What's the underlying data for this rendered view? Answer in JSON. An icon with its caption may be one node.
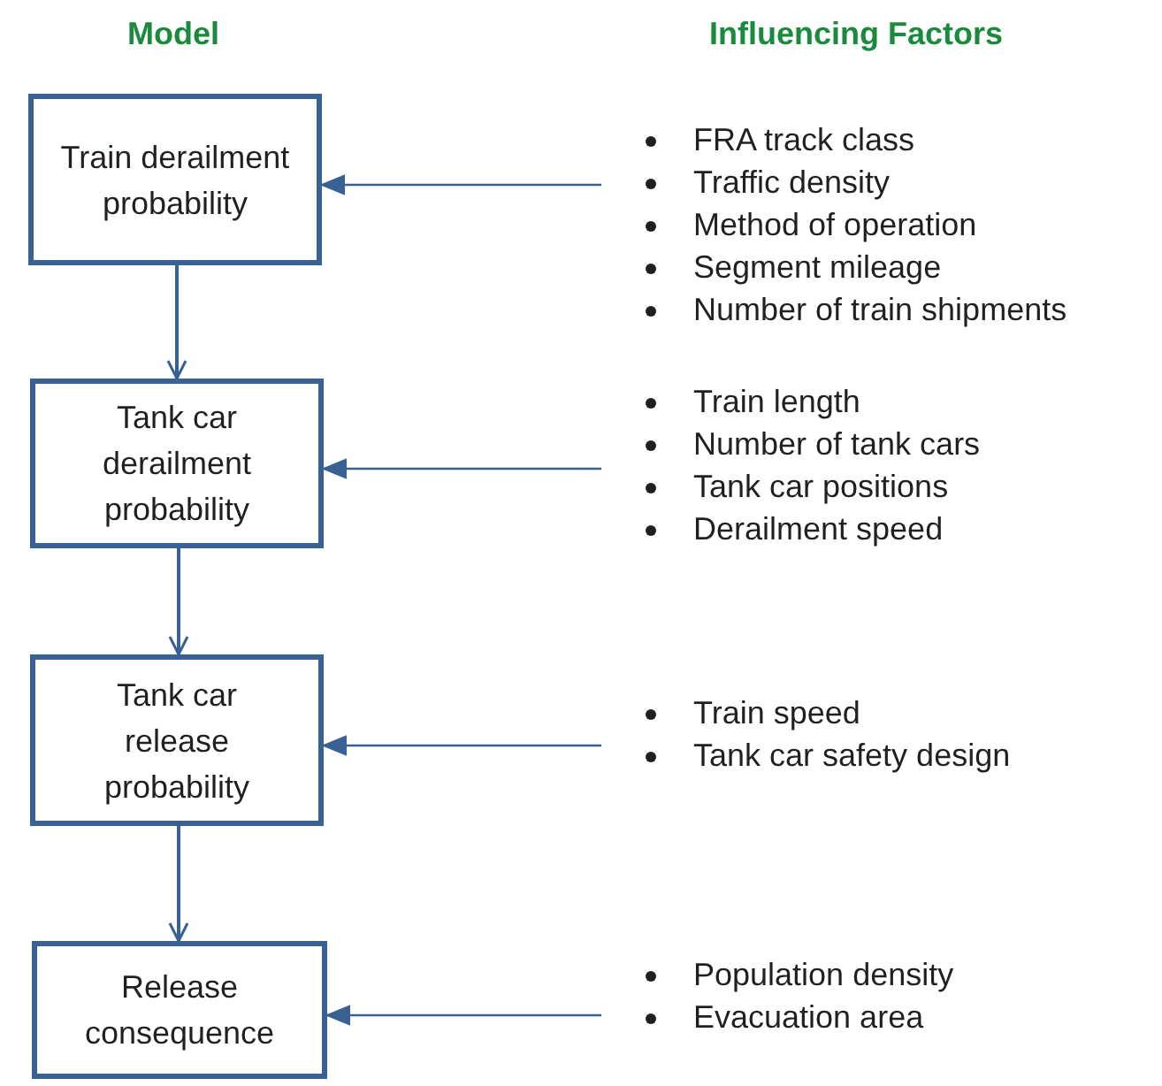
{
  "diagram": {
    "nodes": [
      {
        "text": [
          "Train derailment probability"
        ]
      },
      {
        "text": [
          "FRA track class",
          "Traffic density",
          "Method of operation",
          "Segment mileage",
          "Number of train shipments"
        ]
      },
      {
        "text": [
          "Tank car derailment probability"
        ]
      },
      {
        "text": [
          "Train length",
          "Number of tank cars",
          "Tank car positions",
          "Derailment speed"
        ]
      },
      {
        "text": [
          "Tank car release probability"
        ]
      },
      {
        "text": [
          "Train speed",
          "Tank car safety design"
        ]
      },
      {
        "text": [
          "Release consequence"
        ]
      },
      {
        "text": [
          "Population density",
          "Evacuation area"
        ]
      }
    ],
    "edges": [
      {
        "from": 0,
        "to": 2,
        "arrow": "to"
      },
      {
        "from": 2,
        "to": 4,
        "arrow": "to"
      },
      {
        "from": 4,
        "to": 6,
        "arrow": "to"
      },
      {
        "from": 1,
        "to": 0,
        "arrow": "to"
      },
      {
        "from": 3,
        "to": 2,
        "arrow": "to"
      },
      {
        "from": 5,
        "to": 4,
        "arrow": "to"
      },
      {
        "from": 7,
        "to": 6,
        "arrow": "to"
      }
    ],
    "labels": [
      "Model",
      "Influencing Factors"
    ]
  }
}
